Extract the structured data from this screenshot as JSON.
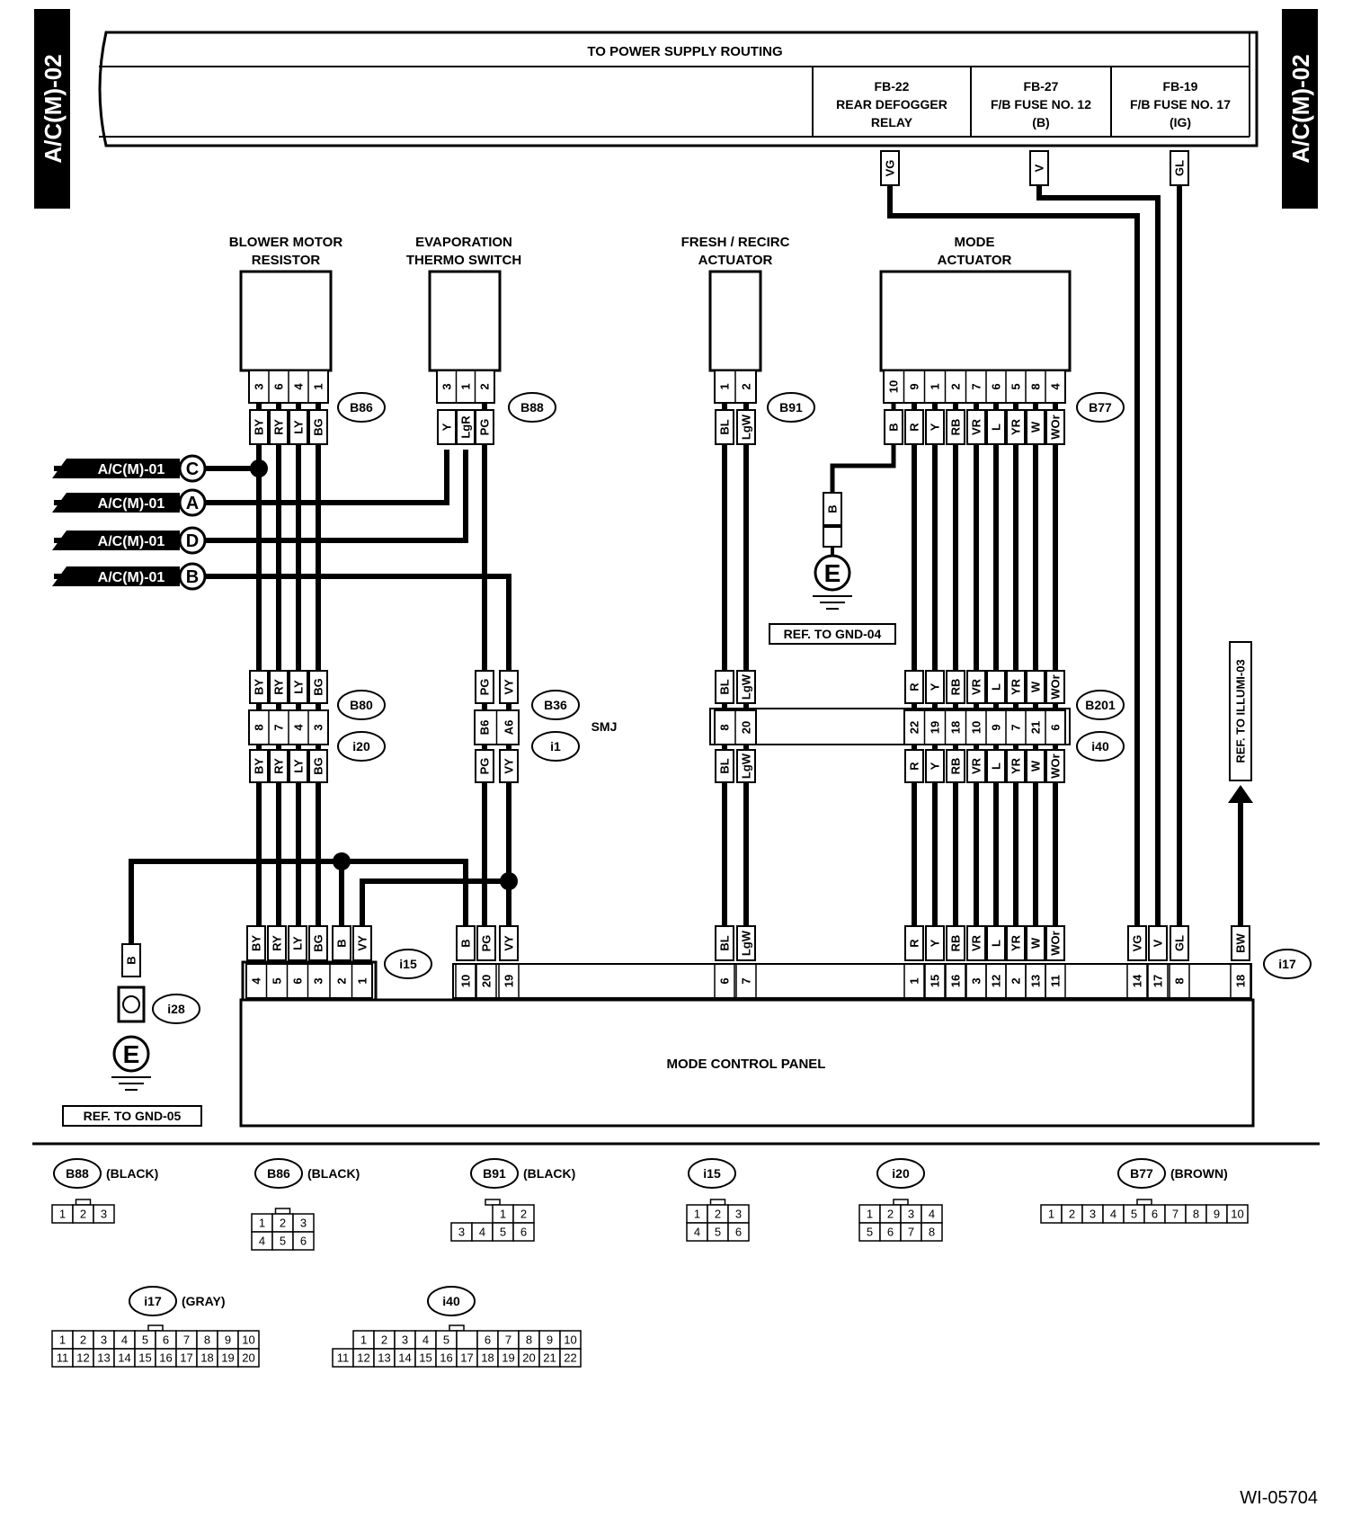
{
  "page": {
    "code": "A/C(M)-02",
    "figure_id": "WI-05704"
  },
  "power_routing": {
    "title": "TO POWER SUPPLY ROUTING",
    "fuses": [
      {
        "id": "FB-22",
        "l1": "REAR DEFOGGER",
        "l2": "RELAY"
      },
      {
        "id": "FB-27",
        "l1": "F/B FUSE NO. 12",
        "l2": "(B)"
      },
      {
        "id": "FB-19",
        "l1": "F/B FUSE NO. 17",
        "l2": "(IG)"
      }
    ],
    "wires": [
      "VG",
      "V",
      "GL"
    ]
  },
  "components": {
    "blower": {
      "l1": "BLOWER MOTOR",
      "l2": "RESISTOR",
      "conn": "B86",
      "pins": [
        "3",
        "6",
        "4",
        "1"
      ],
      "wires": [
        "BY",
        "RY",
        "LY",
        "BG"
      ]
    },
    "evap": {
      "l1": "EVAPORATION",
      "l2": "THERMO SWITCH",
      "conn": "B88",
      "pins": [
        "3",
        "1",
        "2"
      ],
      "wires": [
        "Y",
        "LgR",
        "PG"
      ]
    },
    "fresh": {
      "l1": "FRESH / RECIRC",
      "l2": "ACTUATOR",
      "conn": "B91",
      "pins": [
        "1",
        "2"
      ],
      "wires": [
        "BL",
        "LgW"
      ]
    },
    "mode": {
      "l1": "MODE",
      "l2": "ACTUATOR",
      "conn": "B77",
      "pins": [
        "10",
        "9",
        "1",
        "2",
        "7",
        "6",
        "5",
        "8",
        "4"
      ],
      "wires": [
        "B",
        "R",
        "Y",
        "RB",
        "VR",
        "L",
        "YR",
        "W",
        "WOr"
      ]
    }
  },
  "offpage": [
    {
      "text": "A/C(M)-01",
      "letter": "C"
    },
    {
      "text": "A/C(M)-01",
      "letter": "A"
    },
    {
      "text": "A/C(M)-01",
      "letter": "D"
    },
    {
      "text": "A/C(M)-01",
      "letter": "B"
    }
  ],
  "ground": {
    "wire": "B",
    "letter": "E",
    "ref1": "REF. TO GND-04",
    "ref2": "REF. TO GND-05",
    "conn": "i28"
  },
  "illum": {
    "ref": "REF. TO ILLUMI-03"
  },
  "mid": {
    "b80": {
      "conn": "B80",
      "conn2": "i20",
      "top": [
        "BY",
        "RY",
        "LY",
        "BG"
      ],
      "pins": [
        "8",
        "7",
        "4",
        "3"
      ],
      "bot": [
        "BY",
        "RY",
        "LY",
        "BG"
      ]
    },
    "b36": {
      "conn": "B36",
      "conn2": "i1",
      "smj": "SMJ",
      "top": [
        "PG",
        "VY"
      ],
      "pins": [
        "B6",
        "A6"
      ],
      "bot": [
        "PG",
        "VY"
      ]
    },
    "b201": {
      "conn": "B201",
      "conn2": "i40",
      "fr_top": [
        "BL",
        "LgW"
      ],
      "fr_pins": [
        "8",
        "20"
      ],
      "fr_bot": [
        "BL",
        "LgW"
      ],
      "mo_top": [
        "R",
        "Y",
        "RB",
        "VR",
        "L",
        "YR",
        "W",
        "WOr"
      ],
      "mo_pins": [
        "22",
        "19",
        "18",
        "10",
        "9",
        "7",
        "21",
        "6"
      ],
      "mo_bot": [
        "R",
        "Y",
        "RB",
        "VR",
        "L",
        "YR",
        "W",
        "WOr"
      ]
    }
  },
  "panel": {
    "title": "MODE CONTROL PANEL",
    "conn1": "i15",
    "conn2": "i17",
    "i15_w": [
      "BY",
      "RY",
      "LY",
      "BG",
      "B",
      "VY"
    ],
    "i15_p": [
      "4",
      "5",
      "6",
      "3",
      "2",
      "1"
    ],
    "i17_w": [
      "B",
      "PG",
      "VY",
      "BL",
      "LgW",
      "R",
      "Y",
      "RB",
      "VR",
      "L",
      "YR",
      "W",
      "WOr",
      "VG",
      "V",
      "GL",
      "BW"
    ],
    "i17_p": [
      "10",
      "20",
      "19",
      "6",
      "7",
      "1",
      "15",
      "16",
      "3",
      "12",
      "2",
      "13",
      "11",
      "14",
      "17",
      "8",
      "18"
    ]
  },
  "legend": [
    {
      "id": "B88",
      "color": "(BLACK)",
      "rows": [
        [
          "1",
          "2",
          "3"
        ]
      ]
    },
    {
      "id": "B86",
      "color": "(BLACK)",
      "rows": [
        [
          "1",
          "2",
          "3"
        ],
        [
          "4",
          "5",
          "6"
        ]
      ]
    },
    {
      "id": "B91",
      "color": "(BLACK)",
      "rows": [
        [
          "1",
          "2"
        ],
        [
          "3",
          "4",
          "5",
          "6"
        ]
      ]
    },
    {
      "id": "i15",
      "color": "",
      "rows": [
        [
          "1",
          "2",
          "3"
        ],
        [
          "4",
          "5",
          "6"
        ]
      ]
    },
    {
      "id": "i20",
      "color": "",
      "rows": [
        [
          "1",
          "2",
          "3",
          "4"
        ],
        [
          "5",
          "6",
          "7",
          "8"
        ]
      ]
    },
    {
      "id": "B77",
      "color": "(BROWN)",
      "rows": [
        [
          "1",
          "2",
          "3",
          "4",
          "5",
          "6",
          "7",
          "8",
          "9",
          "10"
        ]
      ]
    },
    {
      "id": "i17",
      "color": "(GRAY)",
      "rows": [
        [
          "1",
          "2",
          "3",
          "4",
          "5",
          "6",
          "7",
          "8",
          "9",
          "10"
        ],
        [
          "11",
          "12",
          "13",
          "14",
          "15",
          "16",
          "17",
          "18",
          "19",
          "20"
        ]
      ]
    },
    {
      "id": "i40",
      "color": "",
      "rows": [
        [
          "1",
          "2",
          "3",
          "4",
          "5",
          "",
          "6",
          "7",
          "8",
          "9",
          "10"
        ],
        [
          "11",
          "12",
          "13",
          "14",
          "15",
          "16",
          "17",
          "18",
          "19",
          "20",
          "21",
          "22"
        ]
      ]
    }
  ]
}
